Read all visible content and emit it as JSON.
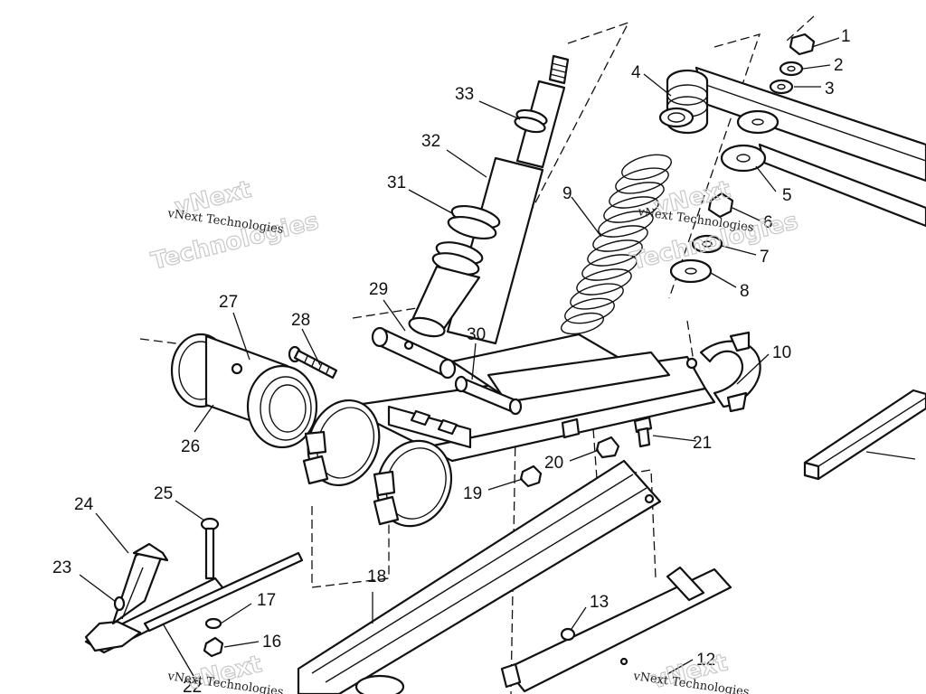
{
  "callouts": [
    "1",
    "2",
    "3",
    "4",
    "5",
    "6",
    "7",
    "8",
    "9",
    "10",
    "12",
    "13",
    "16",
    "17",
    "18",
    "19",
    "20",
    "21",
    "22",
    "23",
    "24",
    "25",
    "26",
    "27",
    "28",
    "29",
    "30",
    "31",
    "32",
    "33"
  ],
  "watermark": {
    "brand": "vNext",
    "line": "vNext Technologies",
    "word": "Technologies"
  }
}
